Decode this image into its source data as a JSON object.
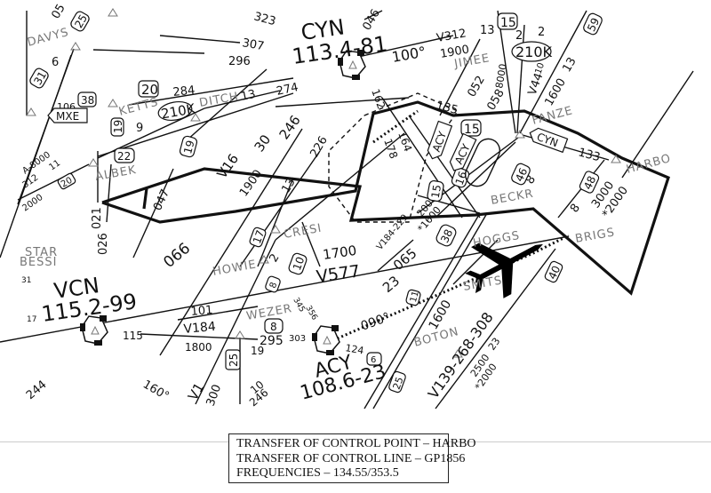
{
  "vors": [
    {
      "id": "CYN",
      "name": "CYN",
      "freq": "113.4-81"
    },
    {
      "id": "VCN",
      "name": "VCN",
      "freq": "115.2-99"
    },
    {
      "id": "ACY",
      "name": "ACY",
      "freq": "108.6-23"
    }
  ],
  "fixes": [
    "DAVYS",
    "KETTS",
    "DITCH",
    "ALBEK",
    "CRESI",
    "HOWIE",
    "WEZER",
    "JIMEE",
    "FANZE",
    "HARBO",
    "BECKR",
    "HOGGS",
    "BRIGS",
    "SMITS",
    "BOTON"
  ],
  "airways": [
    "V16",
    "V577",
    "V184",
    "V312",
    "V44",
    "V139-268-308",
    "V1"
  ],
  "route_labels": {
    "r323": "323",
    "r307": "307",
    "r296": "296",
    "r274": "274",
    "r284": "284",
    "r046": "046",
    "r100": "100°",
    "v312": "V312",
    "v312_13": "13",
    "v312_alt": "1900",
    "r052": "052",
    "r058": "058",
    "alt8000": "8000",
    "v44": "V44",
    "v44_10": "10",
    "v44_alt": "1600",
    "v44_13": "13",
    "r162": "162",
    "r164": "164",
    "r178": "178",
    "r135": "135",
    "r133": "133",
    "ditch13": "13",
    "mxe_106": "106",
    "davys_05": "05",
    "davys_6": "6",
    "ketts_9": "9",
    "v16": "V16",
    "v16_30": "30",
    "v16_246": "246",
    "v16_alt": "1900",
    "r226": "226",
    "r13b": "13",
    "r047": "047",
    "r066": "066",
    "r021": "021",
    "r026": "026",
    "a8000": "A-8000",
    "r312": "312",
    "r11": "11",
    "r2000": "2000",
    "v577": "V577",
    "v577_alt": "1700",
    "v184_229": "V184-229",
    "r065": "065",
    "r23a": "23",
    "alt2000": "2000",
    "alt1600b": "*1600",
    "r345": "345",
    "r356": "356",
    "r2": "2",
    "r101": "101",
    "v184": "V184",
    "r115": "115",
    "v184_alt": "1800",
    "r295": "295",
    "r303": "303",
    "r19": "19",
    "r090": "090°",
    "r124": "124",
    "r1600": "1600",
    "v139": "V139-268-308",
    "r23b": "23",
    "alt2500": "2500",
    "alt2000b": "*2000",
    "brigs_8": "8",
    "alt3000": "3000",
    "alt2000c": "*2000",
    "beckr_8": "8",
    "r160": "160°",
    "v1": "V1",
    "r300": "300",
    "r10": "10",
    "r246b": "246",
    "r244": "244",
    "r17": "17",
    "r31": "31",
    "star": "STAR",
    "bessi": "BESSI",
    "fanze_2a": "2",
    "fanze_2b": "2"
  },
  "dme_boxes": [
    "25",
    "31",
    "38",
    "20",
    "19",
    "22",
    "20",
    "19",
    "15",
    "15",
    "16",
    "46",
    "48",
    "59",
    "38",
    "40",
    "17",
    "10",
    "8",
    "8",
    "25",
    "6",
    "11",
    "15"
  ],
  "shields": {
    "mxe": "MXE",
    "acy1": "ACY",
    "acy2": "ACY",
    "cyn": "CYN"
  },
  "speed_restrictions": [
    "210K",
    "210K"
  ],
  "legend": {
    "line1": "TRANSFER OF CONTROL POINT – HARBO",
    "line2": "TRANSFER OF CONTROL LINE – GP1856",
    "line3": "FREQUENCIES – 134.55/353.5"
  }
}
